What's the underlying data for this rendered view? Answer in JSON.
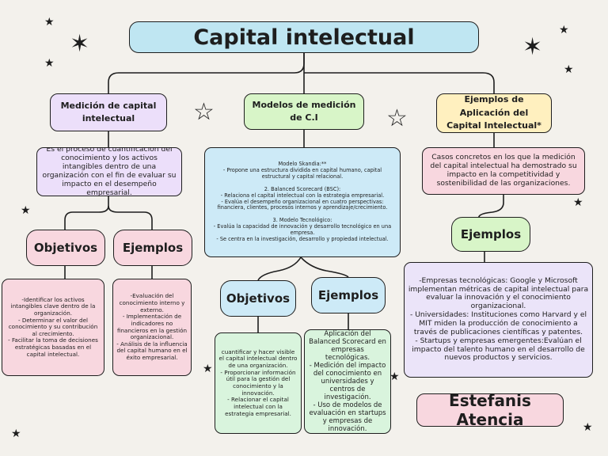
{
  "title": "Capital intelectual",
  "columns": [
    {
      "header": "Medición de capital intelectual",
      "description": "Es el proceso de cuantificación del conocimiento y los activos intangibles dentro de una organización con el fin de evaluar su impacto en el desempeño empresarial.",
      "branches": [
        {
          "label": "Objetivos",
          "text": "-Identificar los activos intangibles clave dentro de la organización.\n- Determinar el valor del conocimiento y su contribución al crecimiento.\n- Facilitar la toma de decisiones estratégicas basadas en el capital intelectual."
        },
        {
          "label": "Ejemplos",
          "text": "-Evaluación del conocimiento interno y externo.\n- Implementación de indicadores no financieros en la gestión organizacional.\n- Análisis de la influencia del capital humano en el éxito empresarial."
        }
      ]
    },
    {
      "header": "Modelos de medición de C.I",
      "description": "Modelo Skandia:**\n- Propone una estructura dividida en capital humano, capital estructural y capital relacional.\n\n2. Balanced Scorecard (BSC):\n- Relaciona el capital intelectual con la estrategia empresarial.\n- Evalúa el desempeño organizacional en cuatro perspectivas: financiera, clientes, procesos internos y aprendizaje/crecimiento.\n\n3. Modelo Tecnológico:\n- Evalúa la capacidad de innovación y desarrollo tecnológico en una empresa.\n- Se centra en la investigación, desarrollo y propiedad intelectual.",
      "branches": [
        {
          "label": "Objetivos",
          "text": "cuantificar y hacer visible el capital intelectual dentro de una organización.\n- Proporcionar información útil para la gestión del conocimiento y la innovación.\n- Relacionar el capital intelectual con la estrategia empresarial."
        },
        {
          "label": "Ejemplos",
          "text": "Aplicación del Balanced Scorecard en empresas tecnológicas.\n- Medición del impacto del conocimiento en universidades y centros de investigación.\n- Uso de modelos de evaluación en startups y empresas de innovación."
        }
      ]
    },
    {
      "header": "Ejemplos de Aplicación del Capital Intelectual*",
      "description": "Casos concretos en los que la medición del capital intelectual ha demostrado su impacto en la competitividad y sostenibilidad de las organizaciones.",
      "branches": [
        {
          "label": "Ejemplos",
          "text": "-Empresas tecnológicas: Google y Microsoft implementan métricas de capital intelectual para evaluar la innovación y el conocimiento organizacional.\n- Universidades: Instituciones como Harvard y el MIT miden la producción de conocimiento a través de publicaciones científicas y patentes.\n- Startups y empresas emergentes:Evalúan el impacto del talento humano en el desarrollo de nuevos productos y servicios."
        }
      ]
    }
  ],
  "author": "Estefanis Atencia"
}
